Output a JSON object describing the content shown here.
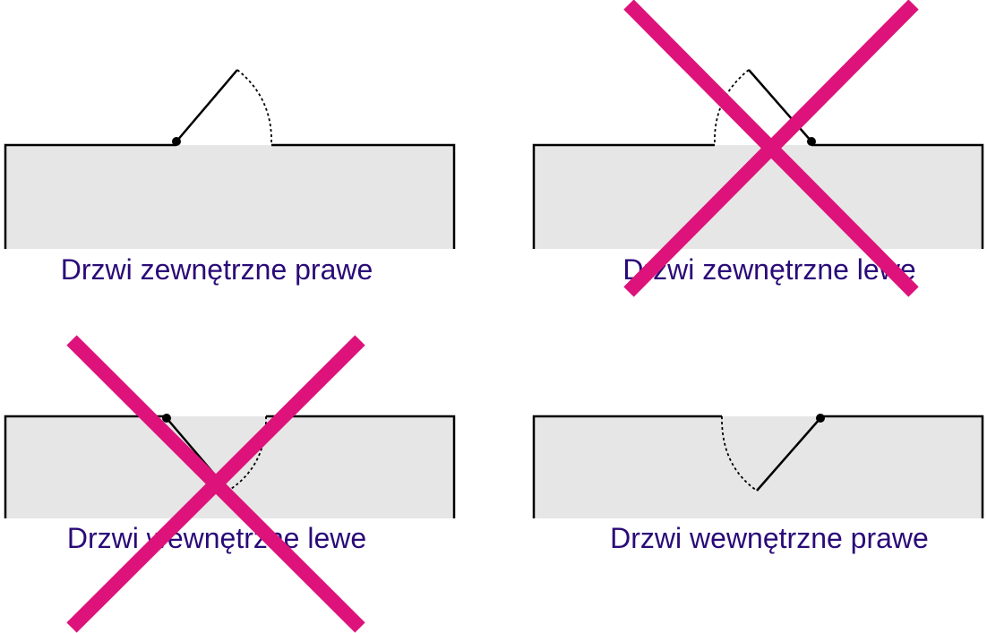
{
  "colors": {
    "wall_fill": "#e6e6e6",
    "line": "#000000",
    "label": "#2a0a78",
    "cross": "#dd137b",
    "background": "#ffffff"
  },
  "panels": [
    {
      "label": "Drzwi zewnętrzne prawe",
      "crossed_out": false,
      "door_side": "outside",
      "hinge": "left"
    },
    {
      "label": "Drzwi zewnętrzne lewe",
      "crossed_out": true,
      "door_side": "outside",
      "hinge": "right"
    },
    {
      "label": "Drzwi wewnętrzne lewe",
      "crossed_out": true,
      "door_side": "inside",
      "hinge": "left"
    },
    {
      "label": "Drzwi wewnętrzne prawe",
      "crossed_out": false,
      "door_side": "inside",
      "hinge": "right"
    }
  ]
}
